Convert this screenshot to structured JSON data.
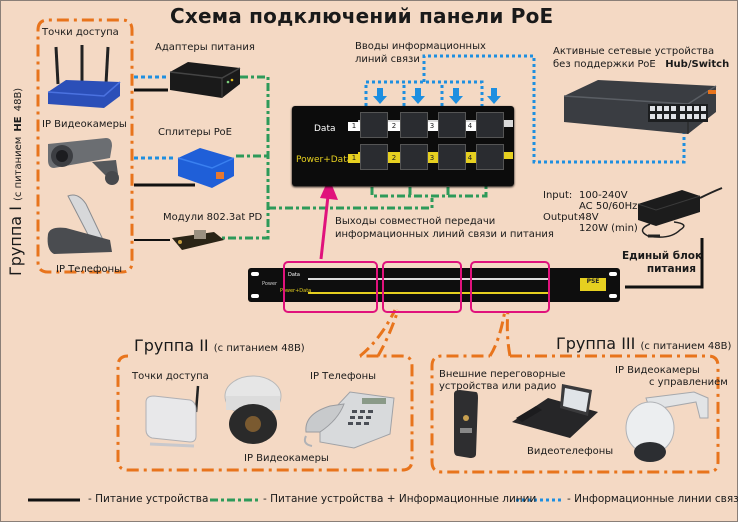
{
  "title": "Схема подключений панели PoE",
  "group1": {
    "name": "Группа I",
    "note_prefix": "(с питанием",
    "note_bold": "НЕ",
    "note_suffix": "48В)",
    "devices": [
      "Точки доступа",
      "IP Видеокамеры",
      "IP Телефоны"
    ]
  },
  "adapters": {
    "power_adapters": "Адаптеры питания",
    "poe_splitters": "Сплитеры PoE",
    "pd_modules": "Модули 802.3at PD"
  },
  "panel": {
    "inputs_label_line1": "Вводы информационных",
    "inputs_label_line2": "линий связи",
    "outputs_label_line1": "Выходы совместной передачи",
    "outputs_label_line2": "информационных линий связи и питания",
    "row_data": "Data",
    "row_power_data": "Power+Data",
    "ports": [
      "1",
      "2",
      "3",
      "4"
    ]
  },
  "switch": {
    "label_line1": "Активные сетевые устройства",
    "label_line2": "без поддержки PoE",
    "label_bold": "Hub/Switch"
  },
  "power_supply": {
    "input_label": "Input:",
    "input_value1": "100-240V",
    "input_value2": "AC 50/60Hz",
    "output_label": "Output:",
    "output_value1": "48V",
    "output_value2": "120W (min)",
    "title_line1": "Единый блок",
    "title_line2": "питания"
  },
  "rack_panel": {
    "power_label": "Power",
    "data_label": "Data",
    "power_data_label": "Power+Data",
    "badge": "PSE"
  },
  "group2": {
    "name": "Группа II",
    "note": "(с питанием 48В)",
    "devices": [
      "Точки доступа",
      "IP Видеокамеры",
      "IP Телефоны"
    ]
  },
  "group3": {
    "name": "Группа III",
    "note": "(с питанием 48В)",
    "devices": [
      "Внешние переговорные",
      "устройства или радио",
      "Видеотелефоны",
      "IP Видеокамеры",
      "с управлением"
    ]
  },
  "legend": [
    {
      "style": "solid",
      "label": "-  Питание устройства"
    },
    {
      "style": "dashdot",
      "label": "- Питание устройства + Информационные линии"
    },
    {
      "style": "dotted",
      "label": "- Информационные линии связи"
    }
  ],
  "colors": {
    "background": "#f4d9c4",
    "orange_group": "#e8741c",
    "green_line": "#2e9a5a",
    "blue_line": "#1e8fe0",
    "magenta": "#e0127c",
    "panel": "#111111",
    "yellow_label": "#e6d020"
  }
}
